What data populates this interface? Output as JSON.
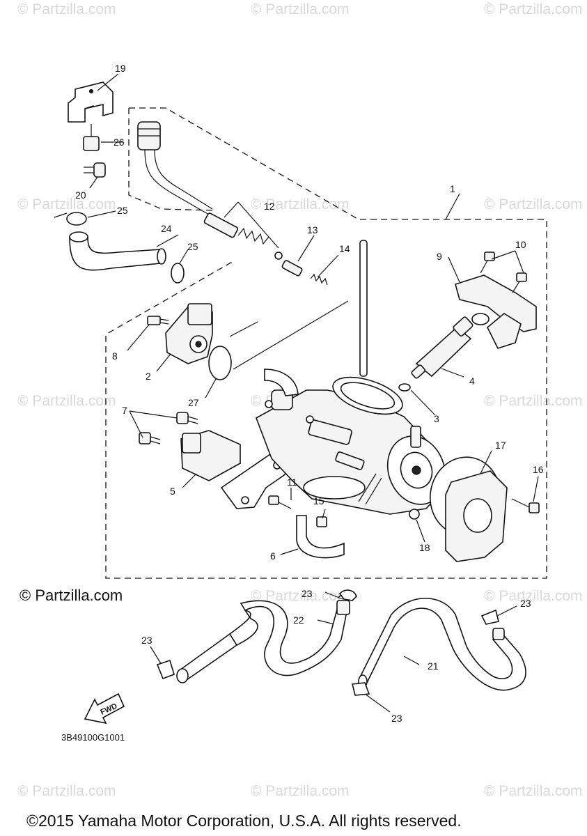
{
  "watermark": "© Partzilla.com",
  "brand_label": "© Partzilla.com",
  "diagram_code": "3B49100G1001",
  "fwd_label": "FWD",
  "copyright": "©2015 Yamaha Motor Corporation, U.S.A. All rights reserved.",
  "callouts": {
    "c1": "1",
    "c2": "2",
    "c3": "3",
    "c4": "4",
    "c5": "5",
    "c6": "6",
    "c7": "7",
    "c8": "8",
    "c9": "9",
    "c10": "10",
    "c11": "11",
    "c12": "12",
    "c13": "13",
    "c14": "14",
    "c15": "15",
    "c16": "16",
    "c17": "17",
    "c18": "18",
    "c19": "19",
    "c20": "20",
    "c21": "21",
    "c22": "22",
    "c23a": "23",
    "c23b": "23",
    "c23c": "23",
    "c23d": "23",
    "c24": "24",
    "c25a": "25",
    "c25b": "25",
    "c26": "26",
    "c27": "27"
  }
}
